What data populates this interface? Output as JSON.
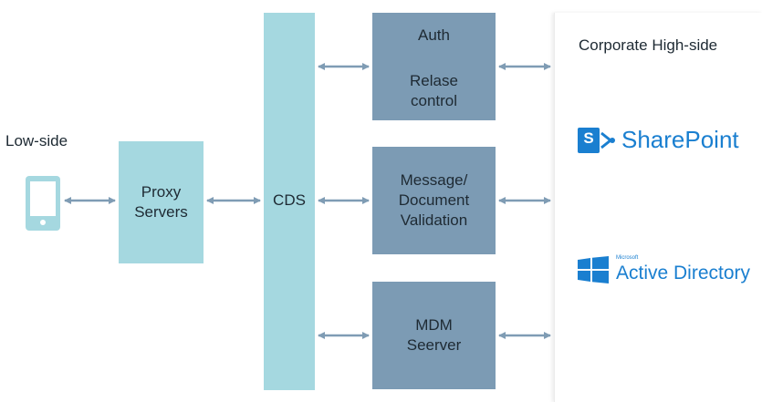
{
  "low_side_label": "Low-side",
  "high_side_label": "Corporate High-side",
  "proxy": {
    "line1": "Proxy",
    "line2": "Servers"
  },
  "cds_label": "CDS",
  "auth": {
    "line1": "Auth",
    "line2": "Relase",
    "line3": "control"
  },
  "validation": {
    "line1": "Message/",
    "line2": "Document",
    "line3": "Validation"
  },
  "mdm": {
    "line1": "MDM",
    "line2": "Seerver"
  },
  "sharepoint": {
    "badge": "S",
    "name": "SharePoint"
  },
  "active_directory": {
    "vendor": "Microsoft",
    "name": "Active Directory"
  },
  "colors": {
    "teal": "#a5d8e0",
    "slate": "#7c9bb4",
    "arrow": "#7f9cb4",
    "brand_blue": "#1a7fd0",
    "device": "#a5d8e0"
  },
  "icons": [
    "mobile-device-icon",
    "sharepoint-logo",
    "windows-logo"
  ]
}
